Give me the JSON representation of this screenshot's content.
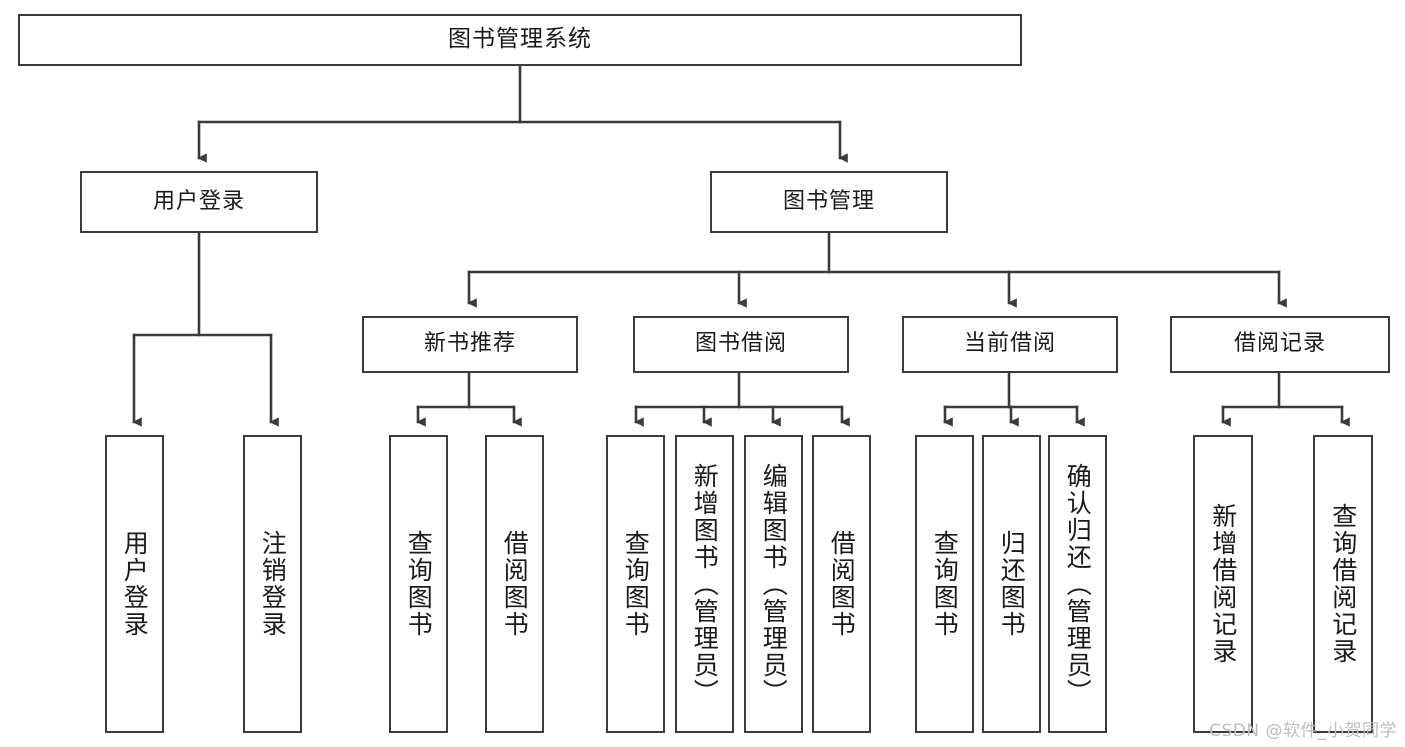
{
  "diagram": {
    "type": "tree-hierarchy",
    "root": {
      "label": "图书管理系统"
    },
    "level1": [
      {
        "label": "用户登录"
      },
      {
        "label": "图书管理"
      }
    ],
    "level2": [
      {
        "label": "新书推荐"
      },
      {
        "label": "图书借阅"
      },
      {
        "label": "当前借阅"
      },
      {
        "label": "借阅记录"
      }
    ],
    "leaves": {
      "user_login": [
        {
          "label": "用户登录"
        },
        {
          "label": "注销登录"
        }
      ],
      "new_book_recommend": [
        {
          "label": "查询图书"
        },
        {
          "label": "借阅图书"
        }
      ],
      "book_borrow": [
        {
          "label": "查询图书"
        },
        {
          "label": "新增图书（管理员）"
        },
        {
          "label": "编辑图书（管理员）"
        },
        {
          "label": "借阅图书"
        }
      ],
      "current_borrow": [
        {
          "label": "查询图书"
        },
        {
          "label": "归还图书"
        },
        {
          "label": "确认归还（管理员）"
        }
      ],
      "borrow_record": [
        {
          "label": "新增借阅记录"
        },
        {
          "label": "查询借阅记录"
        }
      ]
    }
  },
  "watermark": {
    "text": "CSDN @软件_小贺同学"
  },
  "colors": {
    "border": "#3b3b3b",
    "background": "#ffffff",
    "text": "#1a1a1a",
    "watermark": "#bdbdbd"
  }
}
